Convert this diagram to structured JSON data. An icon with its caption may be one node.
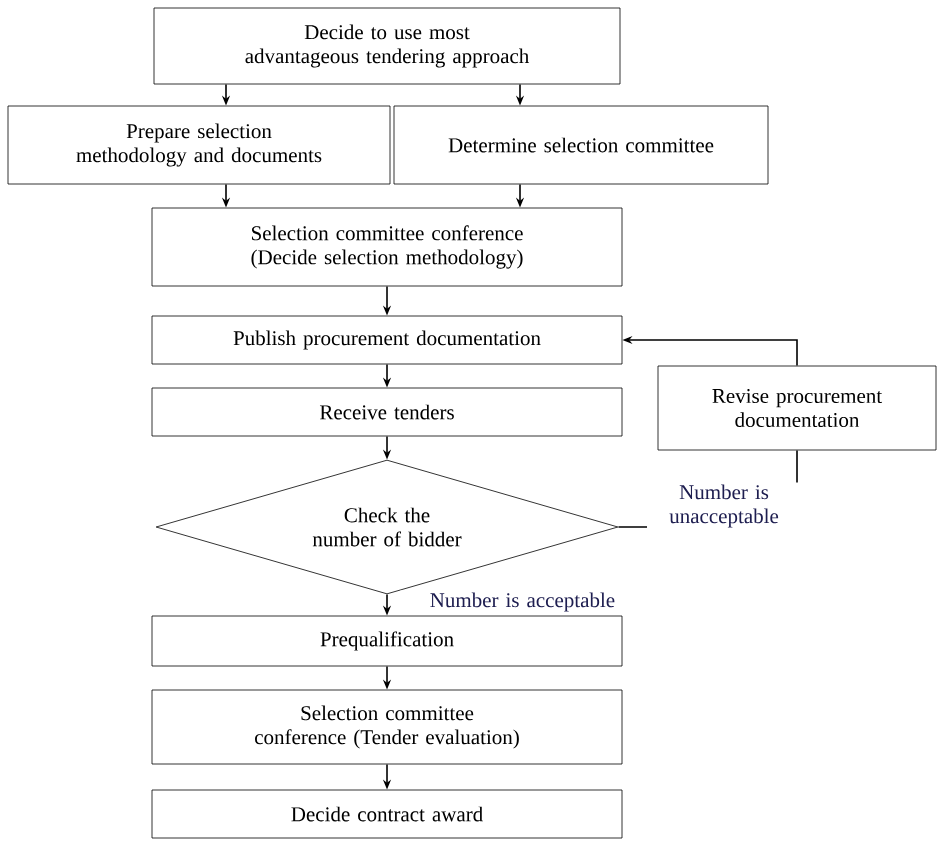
{
  "diagram": {
    "nodes": [
      {
        "text": [
          "Decide to use most advantageous tendering approach"
        ]
      },
      {
        "text": [
          "Prepare selection methodology and documents"
        ]
      },
      {
        "text": [
          "Determine selection committee"
        ]
      },
      {
        "text": [
          "Selection committee conference (Decide selection methodology)"
        ]
      },
      {
        "text": [
          "Publish procurement documentation"
        ]
      },
      {
        "text": [
          "Receive tenders"
        ]
      },
      {
        "text": [
          "Check the number of bidder"
        ]
      },
      {
        "text": [
          "Revise procurement documentation"
        ]
      },
      {
        "text": [
          "Prequalification"
        ]
      },
      {
        "text": [
          "Selection committee conference (Tender evaluation)"
        ]
      },
      {
        "text": [
          "Decide contract award"
        ]
      }
    ],
    "edges": [
      {
        "from": 0,
        "to": 1,
        "arrow": "to"
      },
      {
        "from": 0,
        "to": 2,
        "arrow": "to"
      },
      {
        "from": 1,
        "to": 3,
        "arrow": "to"
      },
      {
        "from": 2,
        "to": 3,
        "arrow": "to"
      },
      {
        "from": 3,
        "to": 4,
        "arrow": "to"
      },
      {
        "from": 4,
        "to": 5,
        "arrow": "to"
      },
      {
        "from": 5,
        "to": 6,
        "arrow": "to"
      },
      {
        "from": 6,
        "to": 7,
        "arrow": "none",
        "label": "Number is unacceptable"
      },
      {
        "from": 7,
        "to": 4,
        "arrow": "to"
      },
      {
        "from": 6,
        "to": 8,
        "arrow": "to",
        "label": "Number is acceptable"
      },
      {
        "from": 8,
        "to": 9,
        "arrow": "to"
      },
      {
        "from": 9,
        "to": 10,
        "arrow": "to"
      }
    ]
  }
}
